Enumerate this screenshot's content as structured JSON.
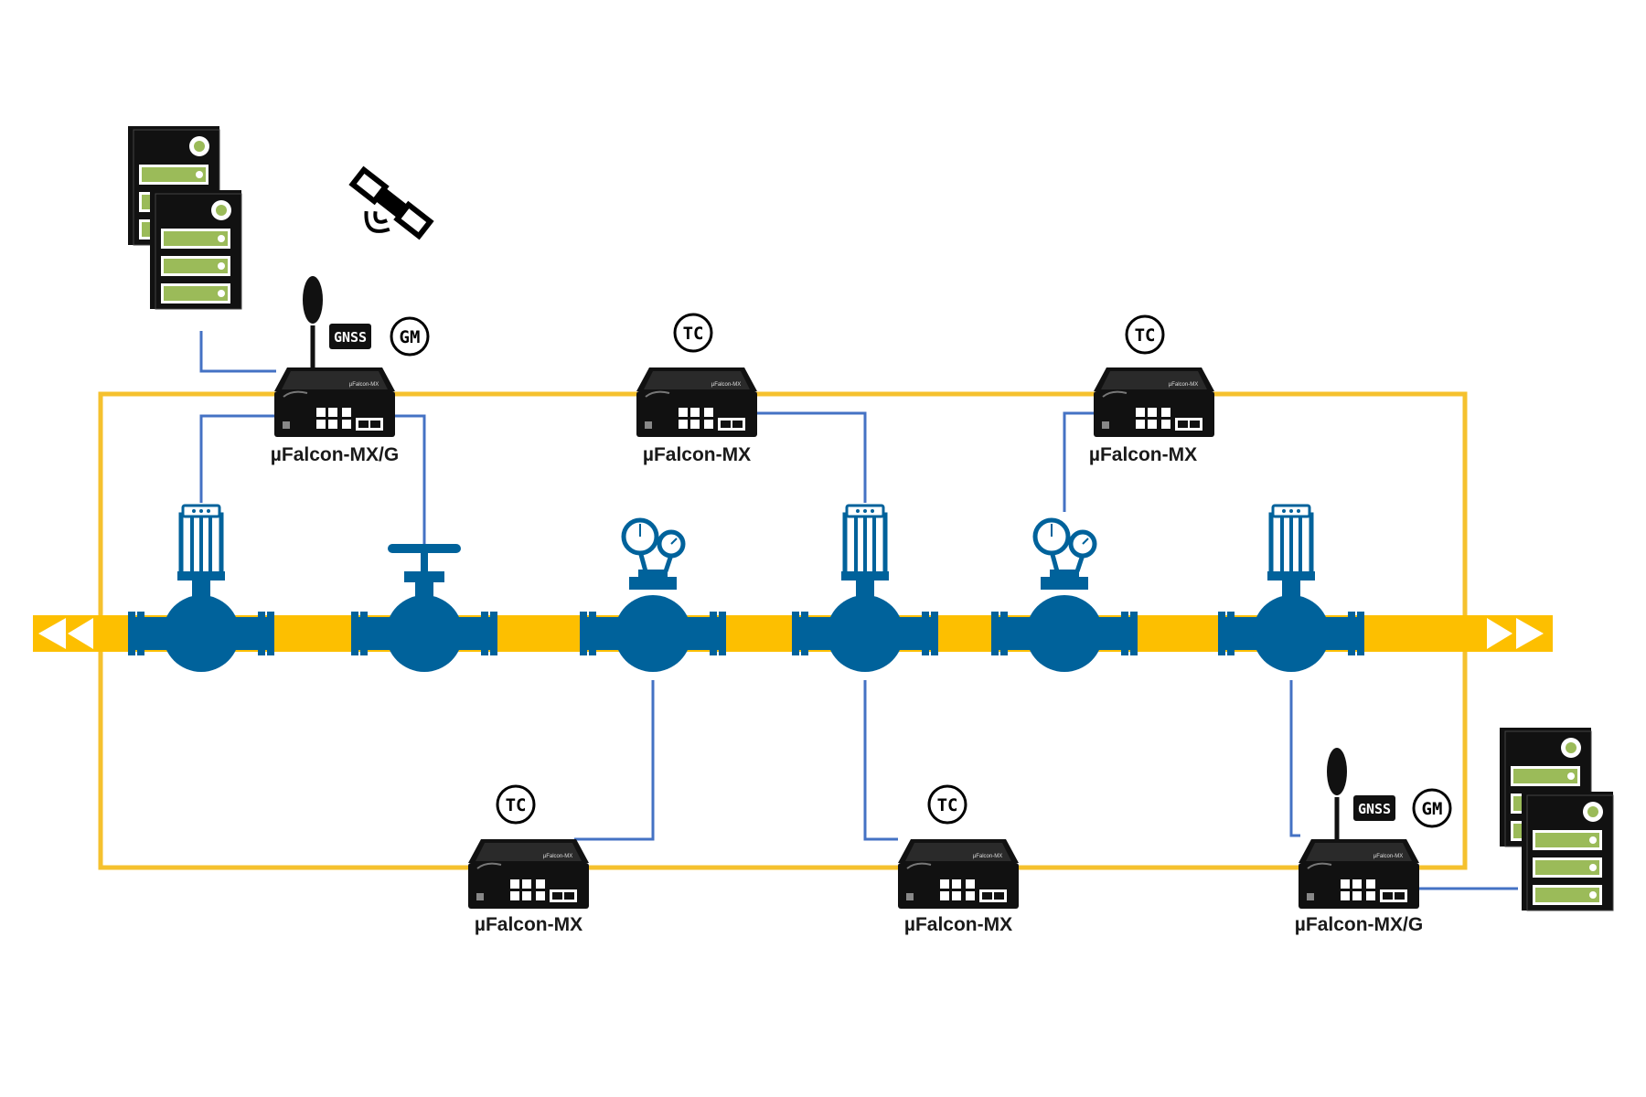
{
  "colors": {
    "pipe": "#FDBF00",
    "ring": "#F5C12E",
    "link": "#4472C4",
    "valve": "#00629B",
    "device": "#111111",
    "server_panel": "#9BBB59"
  },
  "devices": [
    {
      "label": "µFalcon-MX/G",
      "badge": "GM",
      "gnss": "GNSS",
      "brand": "µFalcon-MX"
    },
    {
      "label": "µFalcon-MX",
      "badge": "TC",
      "brand": "µFalcon-MX"
    },
    {
      "label": "µFalcon-MX",
      "badge": "TC",
      "brand": "µFalcon-MX"
    },
    {
      "label": "µFalcon-MX",
      "badge": "TC",
      "brand": "µFalcon-MX"
    },
    {
      "label": "µFalcon-MX",
      "badge": "TC",
      "brand": "µFalcon-MX"
    },
    {
      "label": "µFalcon-MX/G",
      "badge": "GM",
      "gnss": "GNSS",
      "brand": "µFalcon-MX"
    }
  ],
  "icons": [
    "server-stack-icon",
    "satellite-icon",
    "antenna-icon",
    "control-valve-icon",
    "gate-valve-icon",
    "pressure-gauge-icon",
    "flow-arrow-icon"
  ]
}
